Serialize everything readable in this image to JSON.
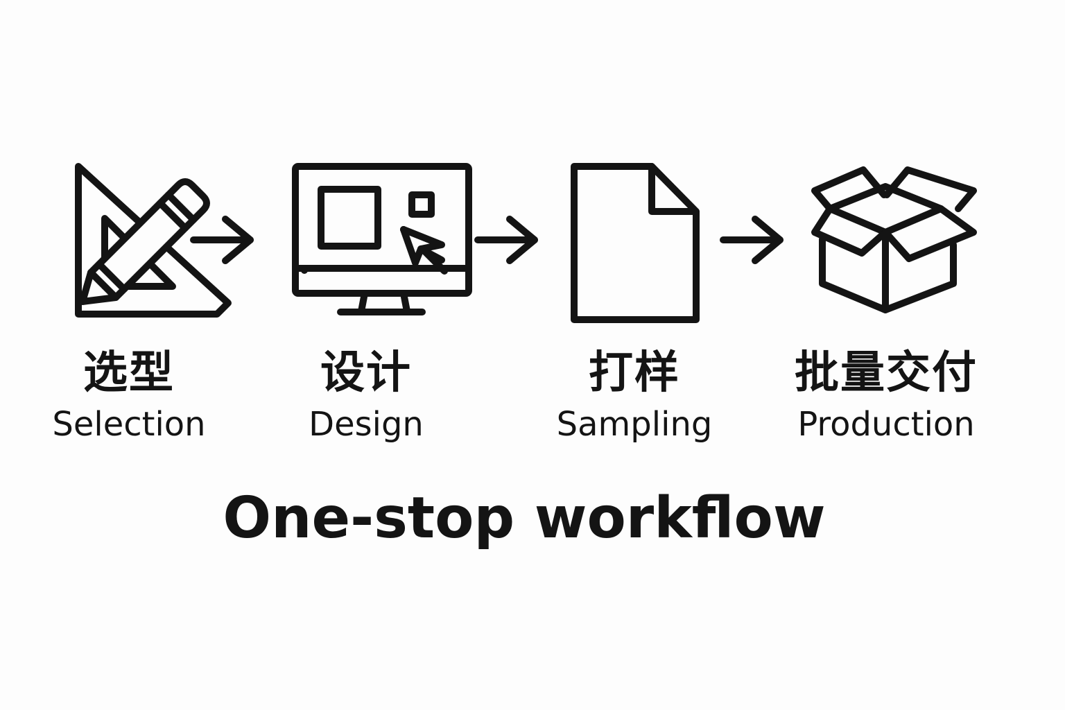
{
  "steps": [
    {
      "zh": "选型",
      "en": "Selection",
      "icon": "pencil-ruler-icon"
    },
    {
      "zh": "设计",
      "en": "Design",
      "icon": "monitor-design-icon"
    },
    {
      "zh": "打样",
      "en": "Sampling",
      "icon": "document-icon"
    },
    {
      "zh": "批量交付",
      "en": "Production",
      "icon": "open-box-icon"
    }
  ],
  "title": "One-stop workflow",
  "colors": {
    "stroke": "#141414",
    "background": "#fdfdfd"
  }
}
